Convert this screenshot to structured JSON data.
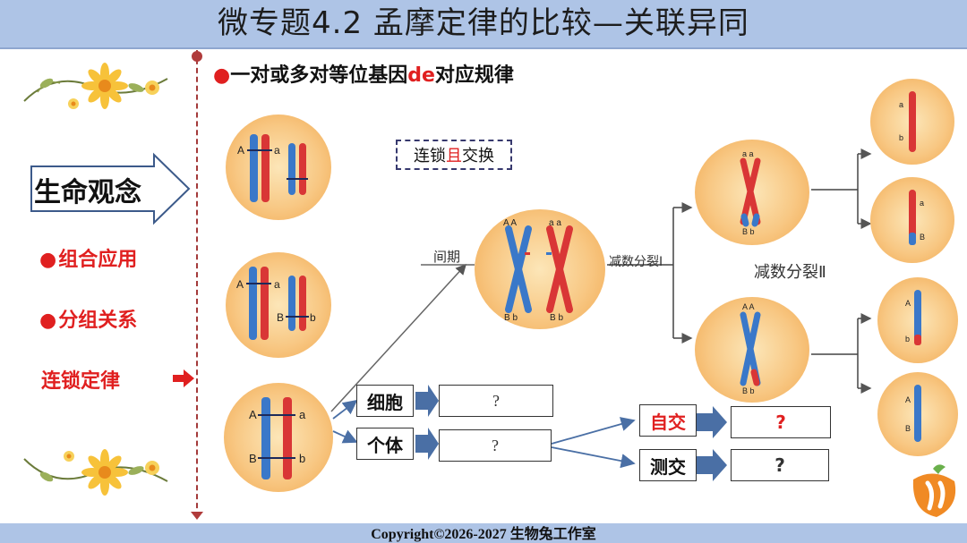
{
  "header": {
    "title": "微专题4.2  孟摩定律的比较—关联异同"
  },
  "footer": {
    "copyright": "Copyright©2026-2027 生物兔工作室"
  },
  "section": {
    "bullet": "●",
    "title_pre": "一对或多对等位基因",
    "title_red": "de",
    "title_post": "对应规律"
  },
  "sidebar": {
    "concept": "生命观念",
    "items": [
      {
        "bullet": "●",
        "label": "组合应用"
      },
      {
        "bullet": "●",
        "label": "分组关系"
      },
      {
        "bullet": "",
        "label": "连锁定律"
      }
    ]
  },
  "linkage_box": {
    "pre": "连锁",
    "red": "且",
    "post": "交换"
  },
  "labels": {
    "interphase": "间期",
    "meiosis1": "减数分裂Ⅰ",
    "meiosis2": "减数分裂Ⅱ"
  },
  "flow": {
    "cell_label": "细胞",
    "individual_label": "个体",
    "cell_answer": "?",
    "individual_answer": "?",
    "self_cross": "自交",
    "test_cross": "测交",
    "self_answer": "?",
    "test_answer": "?"
  },
  "genes": {
    "A": "A",
    "a": "a",
    "B": "B",
    "b": "b"
  },
  "colors": {
    "red": "#e02020",
    "chrom_red": "#d93636",
    "chrom_blue": "#3a78c9",
    "bar": "#aec4e6",
    "cell": "#f5b76a"
  }
}
